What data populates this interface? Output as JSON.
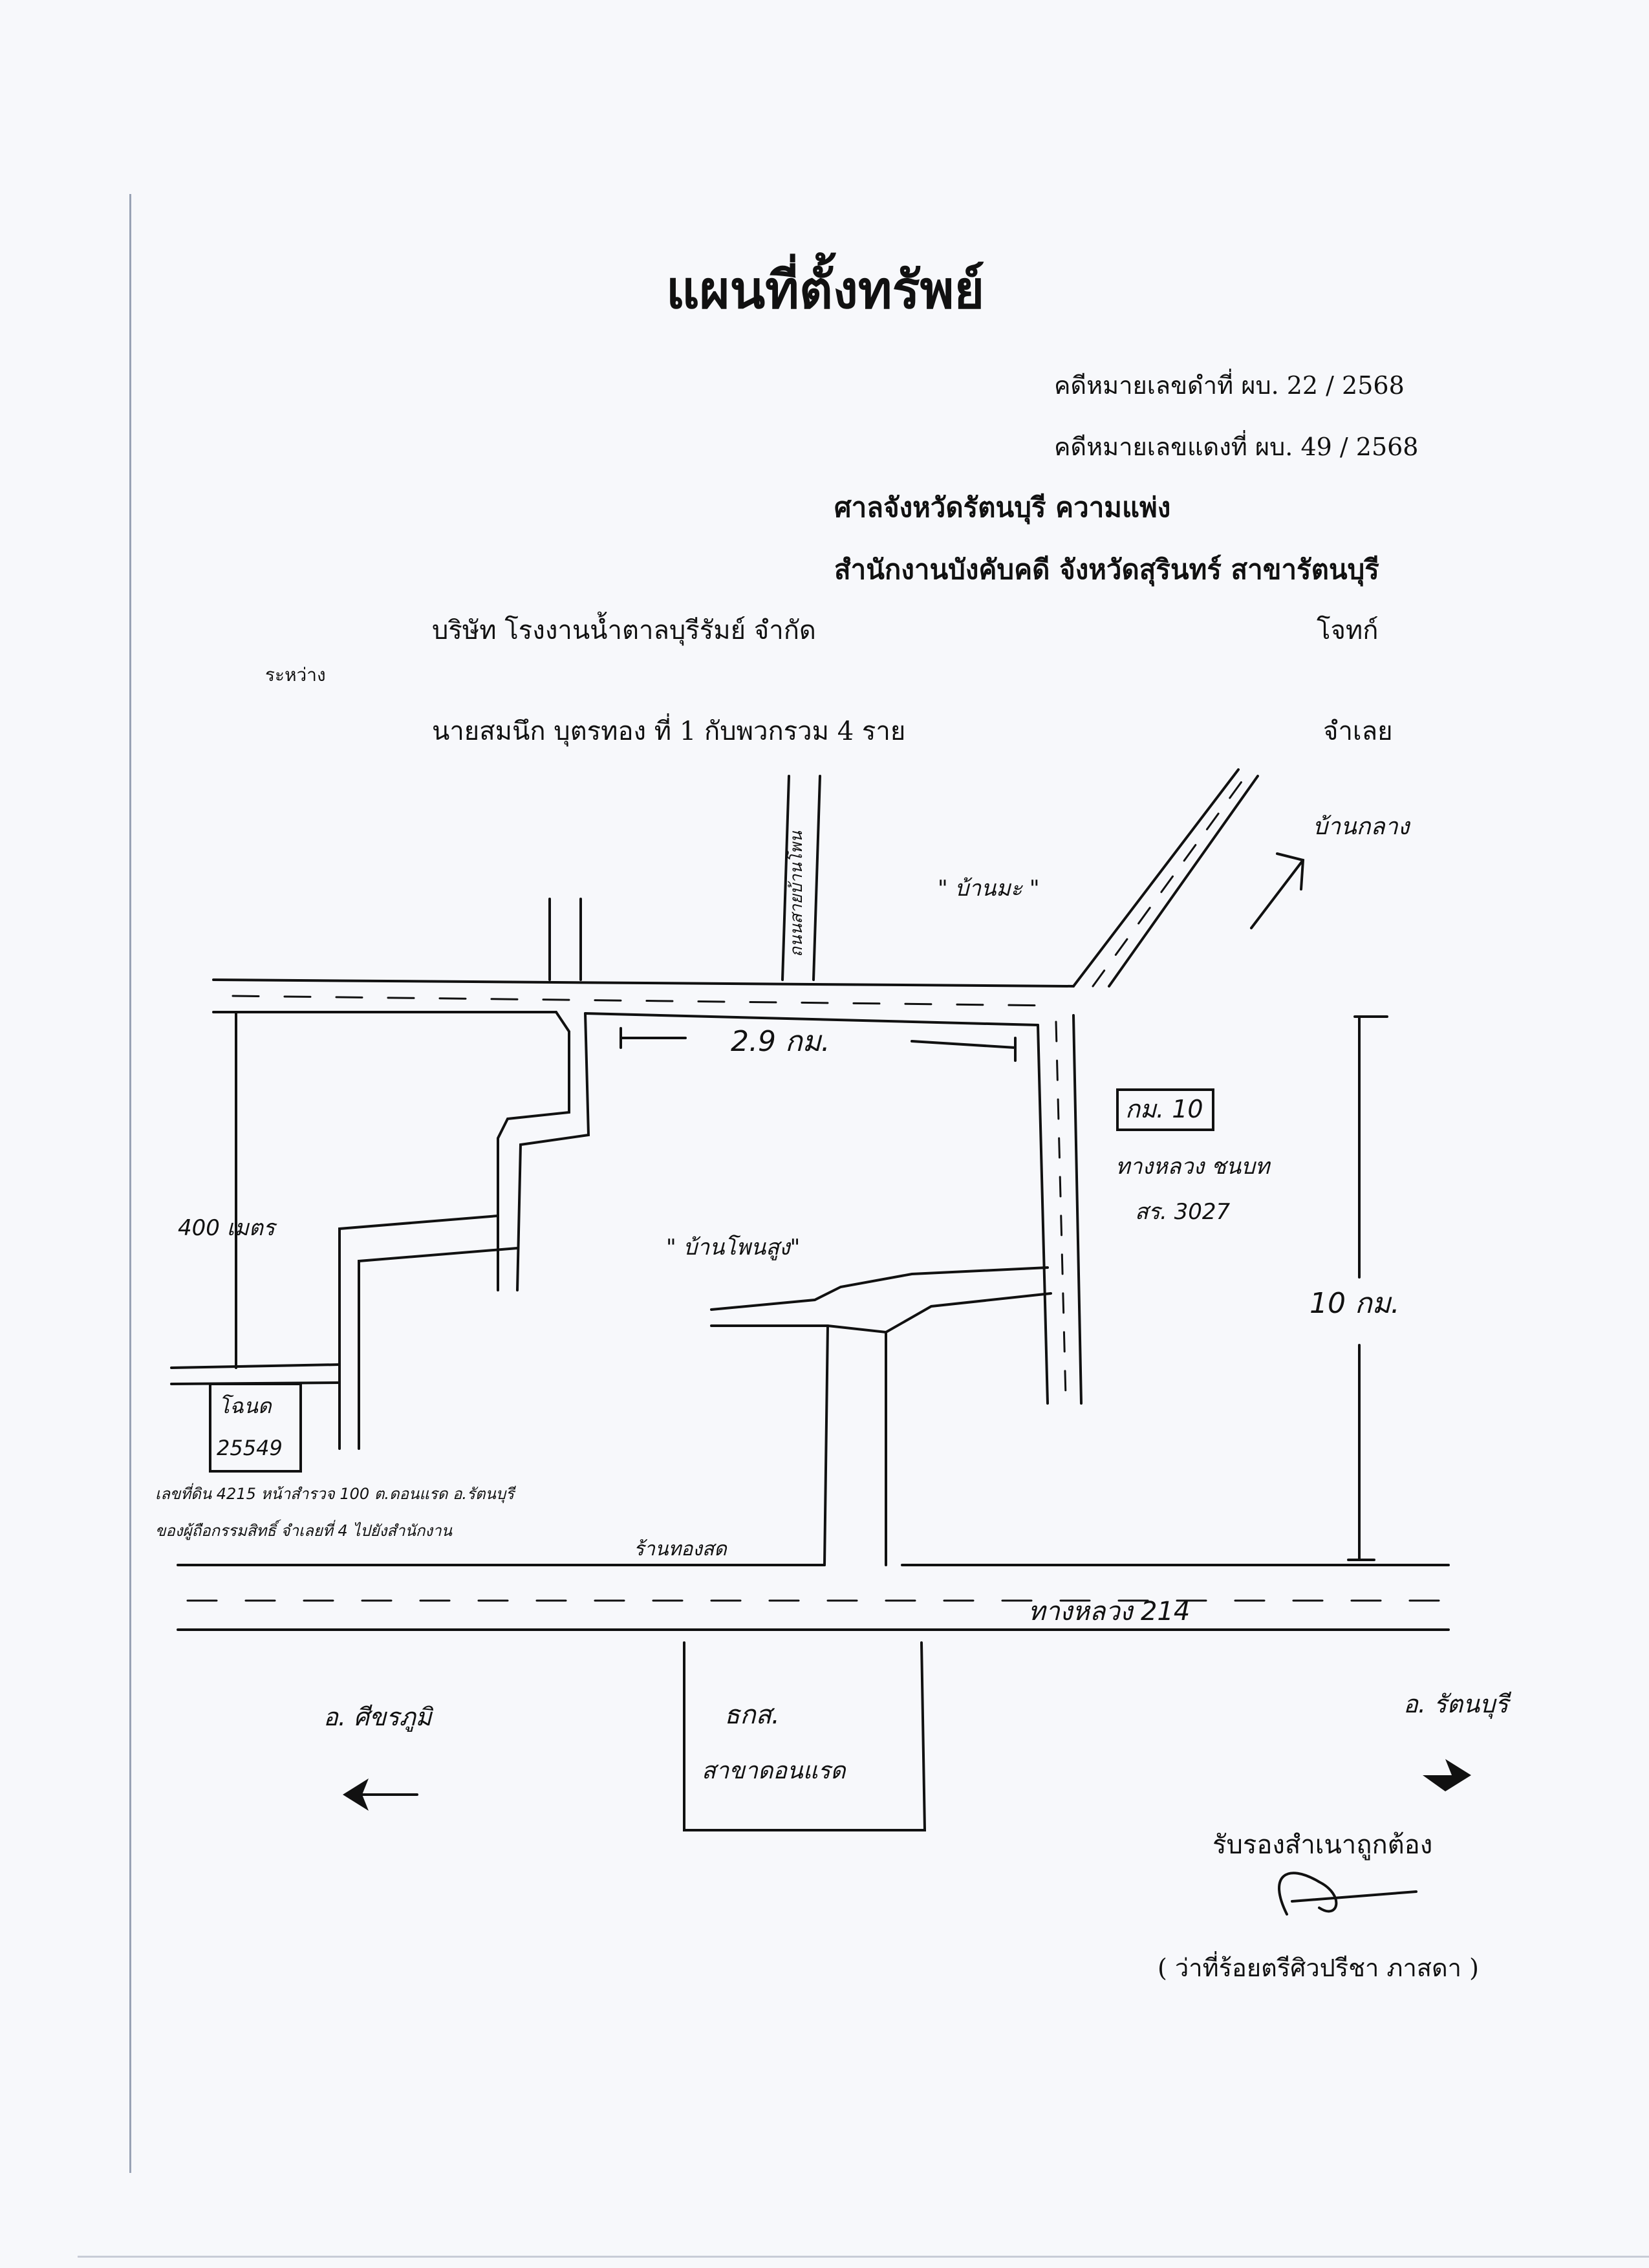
{
  "document": {
    "title": "แผนที่ตั้งทรัพย์",
    "black_case": "คดีหมายเลขดำที่   ผบ. 22   / 2568",
    "red_case": "คดีหมายเลขแดงที่  ผบ. 49   / 2568",
    "court": "ศาลจังหวัดรัตนบุรี  ความแพ่ง",
    "office": "สำนักงานบังคับคดี จังหวัดสุรินทร์ สาขารัตนบุรี",
    "plaintiff": "บริษัท โรงงานน้ำตาลบุรีรัมย์  จำกัด",
    "plaintiff_role": "โจทก์",
    "between": "ระหว่าง",
    "defendant": "นายสมนึก บุตรทอง  ที่ 1 กับพวกรวม 4 ราย",
    "defendant_role": "จำเลย",
    "certify": "รับรองสำเนาถูกต้อง",
    "officer": "( ว่าที่ร้อยตรีศิวปรีชา  ภาสดา )"
  },
  "map_labels": {
    "dist_29": "2.9  กม.",
    "dist_10": "10  กม.",
    "dist_400": "400 เมตร",
    "km10": "กม. 10",
    "road_3027_a": "ทางหลวง ชนบท",
    "road_3027_b": "สร. 3027",
    "road_214": "ทางหลวง 214",
    "village_top": "\" บ้านมะ \"",
    "village_center": "\" บ้านโพนสูง\"",
    "dir_ne": "บ้านกลาง",
    "plot_a": "โฉนด",
    "plot_b": "25549",
    "plot_note_1": "เลขที่ดิน 4215  หน้าสำรวจ 100  ต.ดอนแรด อ.รัตนบุรี",
    "plot_note_2": "ของผู้ถือกรรมสิทธิ์ จำเลยที่ 4  ไปยังสำนักงาน",
    "shop": "ร้านทองสด",
    "left_dest": "อ. ศีขรภูมิ",
    "right_dest": "อ. รัตนบุรี",
    "bank_a": "ธกส.",
    "bank_b": "สาขาดอนแรด",
    "vertical_road": "ถนนสายบ้านโพน"
  }
}
